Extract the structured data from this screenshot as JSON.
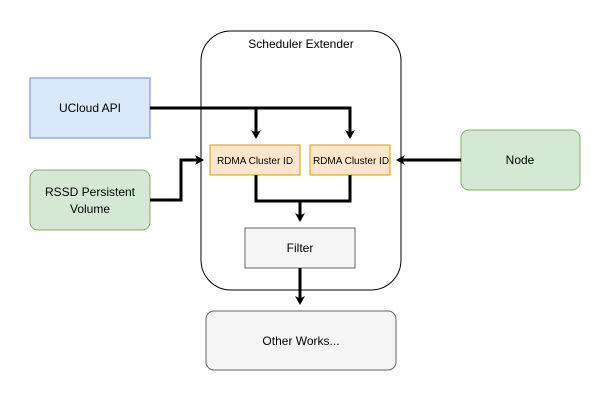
{
  "diagram": {
    "container": {
      "title": "Scheduler Extender"
    },
    "nodes": {
      "ucloud_api": {
        "label": "UCloud API"
      },
      "rssd_volume": {
        "line1": "RSSD Persistent",
        "line2": "Volume"
      },
      "node": {
        "label": "Node"
      },
      "rdma_left": {
        "label": "RDMA Cluster ID"
      },
      "rdma_right": {
        "label": "RDMA Cluster ID"
      },
      "filter": {
        "label": "Filter"
      },
      "other_works": {
        "label": "Other Works..."
      }
    },
    "colors": {
      "blue_fill": "#dae8fc",
      "blue_stroke": "#6c8ebf",
      "green_fill": "#d5e8d4",
      "green_stroke": "#82b366",
      "orange_fill": "#ffe6cc",
      "orange_stroke": "#d79b00",
      "gray_fill": "#f5f5f5",
      "gray_stroke": "#666666",
      "edge": "#000000"
    }
  }
}
